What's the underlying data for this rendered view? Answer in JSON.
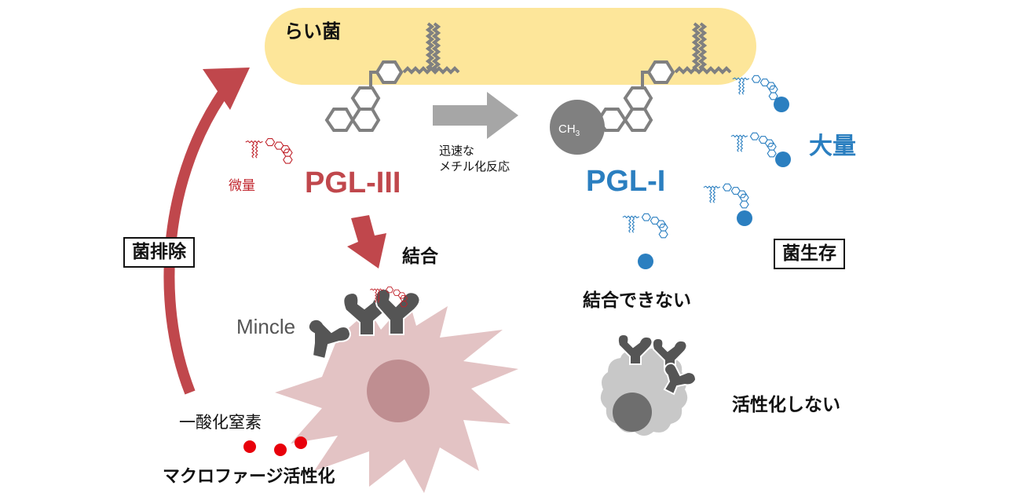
{
  "diagram": {
    "bacterium_label": "らい菌",
    "pgl3": {
      "label": "PGL-III",
      "amount": "微量",
      "color": "#c0474c"
    },
    "pgl1": {
      "label": "PGL-I",
      "amount": "大量",
      "color": "#2b7fc0"
    },
    "methyl_group": {
      "base": "CH",
      "subscript": "3"
    },
    "conversion_arrow": {
      "line1": "迅速な",
      "line2": "メチル化反応"
    },
    "left_path": {
      "binding": "結合",
      "receptor": "Mincle",
      "nitric_oxide": "一酸化窒素",
      "macrophage_activation": "マクロファージ活性化",
      "outcome": "菌排除"
    },
    "right_path": {
      "binding": "結合できない",
      "no_activation": "活性化しない",
      "outcome": "菌生存"
    },
    "colors": {
      "bacterium_fill": "#fde69a",
      "structure_gray": "#808080",
      "arrow_red": "#c0474c",
      "arrow_gray": "#a6a6a6",
      "macrophage_pink": "#e3c3c4",
      "nucleus_pink": "#bf8e91",
      "receptor_dark": "#555555",
      "inactive_cell": "#c8c8c8",
      "inactive_nucleus": "#6e6e6e",
      "no_dots": "#e8000b"
    }
  }
}
